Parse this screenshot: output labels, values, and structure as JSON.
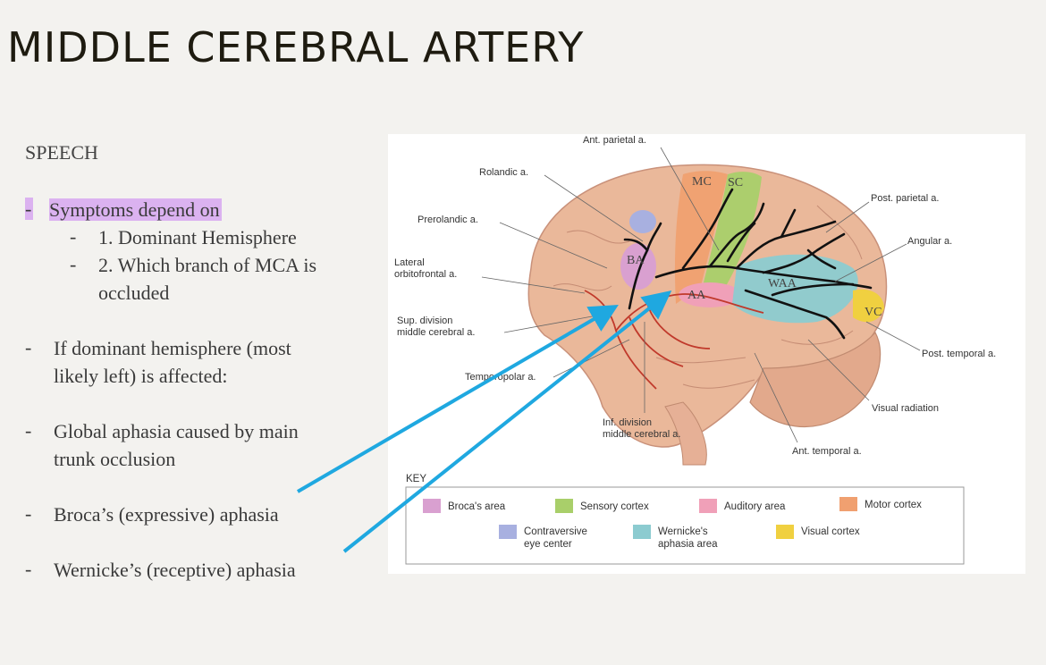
{
  "title": "MIDDLE CEREBRAL ARTERY",
  "section": "SPEECH",
  "bullets": {
    "b1": "Symptoms depend on",
    "s1": "1. Dominant Hemisphere",
    "s2a": "2. Which branch of MCA is",
    "s2b": "occluded",
    "b2a": "If dominant hemisphere (most",
    "b2b": "likely left) is affected:",
    "b3a": "Global aphasia caused by main",
    "b3b": "trunk occlusion",
    "b4": "Broca’s (expressive) aphasia",
    "b5": "Wernicke’s (receptive) aphasia"
  },
  "dash": "-",
  "figure": {
    "labels": {
      "ant_parietal": "Ant. parietal a.",
      "rolandic": "Rolandic a.",
      "prerolandic": "Prerolandic a.",
      "lateral1": "Lateral",
      "lateral2": "orbitofrontal a.",
      "sup1": "Sup. division",
      "sup2": "middle cerebral a.",
      "temporopolar": "Temporopolar a.",
      "inf1": "Inf. division",
      "inf2": "middle cerebral a.",
      "ant_temporal": "Ant. temporal a.",
      "visual_radiation": "Visual radiation",
      "post_temporal": "Post. temporal a.",
      "angular": "Angular a.",
      "post_parietal": "Post. parietal a."
    },
    "regions": {
      "mc": "MC",
      "sc": "SC",
      "ba": "BA",
      "aa": "AA",
      "waa": "WAA",
      "vc": "VC"
    },
    "key": {
      "title": "KEY",
      "brocas": "Broca's area",
      "sensory": "Sensory cortex",
      "auditory": "Auditory area",
      "motor": "Motor cortex",
      "contra1": "Contraversive",
      "contra2": "eye center",
      "wern1": "Wernicke's",
      "wern2": "aphasia area",
      "visual": "Visual cortex"
    },
    "colors": {
      "brocas": "#d9a0d0",
      "sensory": "#a9cf6a",
      "auditory": "#f0a0b8",
      "motor": "#f0a070",
      "contra": "#a8b0e0",
      "wernicke": "#8ccbd0",
      "visual": "#f0d040",
      "arrow": "#1fa8e0",
      "highlight": "#dbb2f0"
    }
  }
}
